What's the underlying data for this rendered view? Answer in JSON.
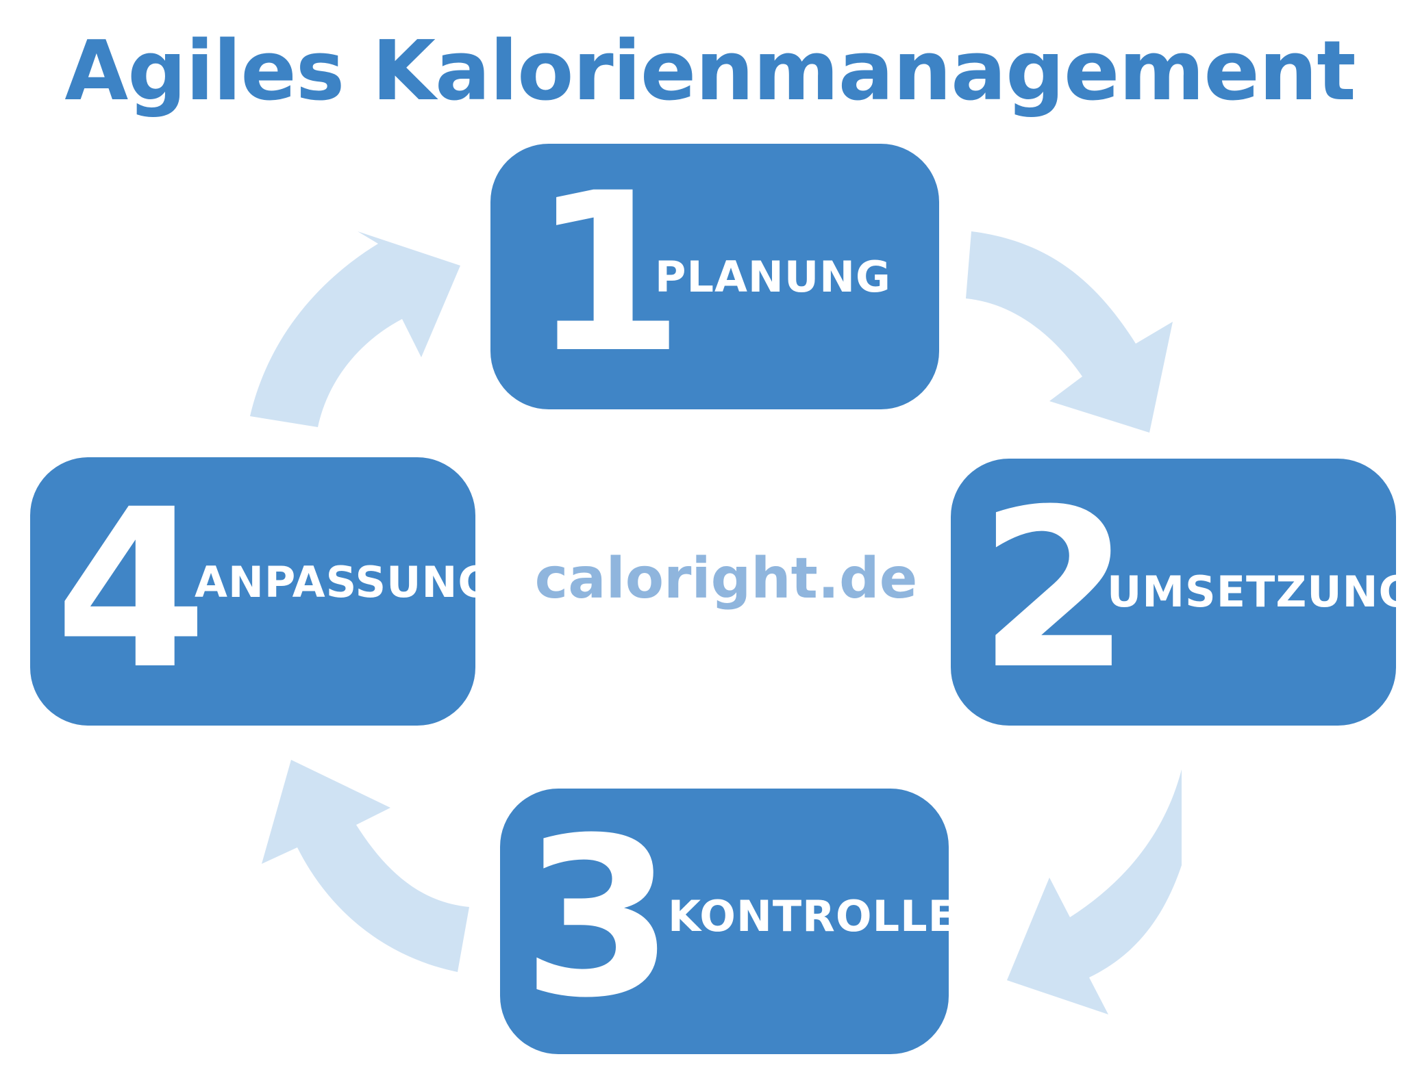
{
  "title": "Agiles Kalorienmanagement",
  "center_text": "caloright.de",
  "steps": [
    {
      "number": "1",
      "label": "PLANUNG"
    },
    {
      "number": "2",
      "label": "UMSETZUNG"
    },
    {
      "number": "3",
      "label": "KONTROLLE"
    },
    {
      "number": "4",
      "label": "ANPASSUNG"
    }
  ],
  "colors": {
    "title": "#3d83c5",
    "box": "#4085c6",
    "box_text": "#ffffff",
    "arrow": "#cfe2f3",
    "brand": "#8fb5dd"
  }
}
